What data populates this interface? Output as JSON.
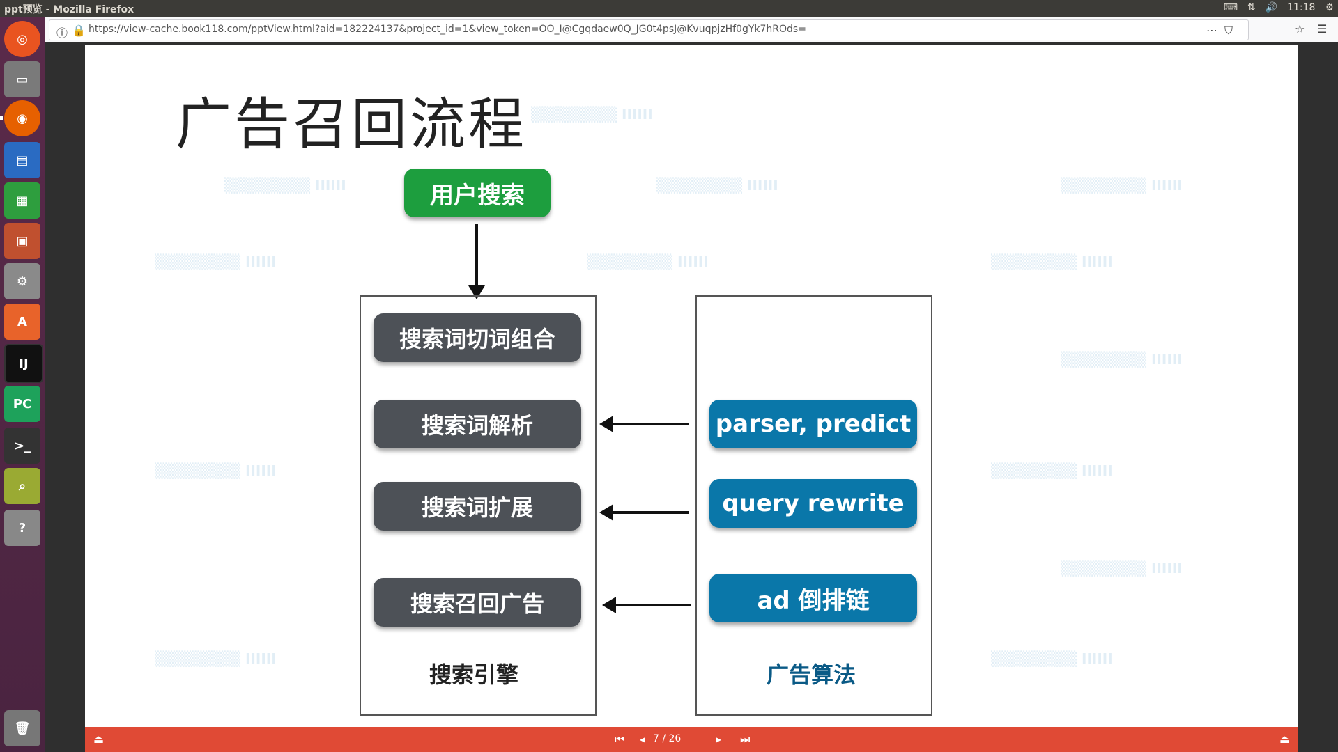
{
  "window": {
    "title": "ppt预览 - Mozilla Firefox"
  },
  "tray": {
    "time": "11:18"
  },
  "browser": {
    "url": "https://view-cache.book118.com/pptView.html?aid=182224137&project_id=1&view_token=OO_I@Cgqdaew0Q_JG0t4psJ@KvuqpjzHf0gYk7hROds="
  },
  "slide": {
    "title": "广告召回流程",
    "start_box": "用户搜索",
    "engine_steps": [
      "搜索词切词组合",
      "搜索词解析",
      "搜索词扩展",
      "搜索召回广告"
    ],
    "engine_label": "搜索引擎",
    "algo_steps": [
      "parser, predict",
      "query rewrite",
      "ad 倒排链"
    ],
    "algo_label": "广告算法"
  },
  "pager": {
    "indicator": "7 / 26"
  },
  "colors": {
    "green": "#1d9e3e",
    "dark": "#4d5157",
    "blue": "#0a77a9",
    "toolbar": "#e04a35"
  }
}
